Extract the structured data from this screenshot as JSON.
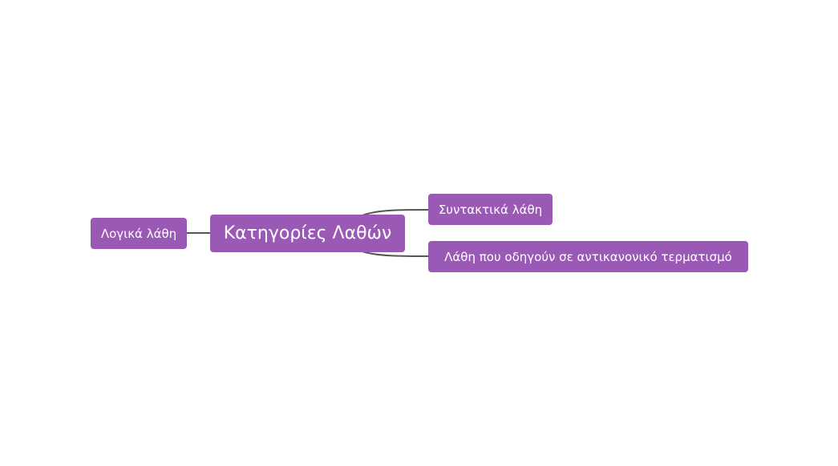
{
  "mindmap": {
    "colors": {
      "node_fill": "#9b59b6",
      "node_text": "#ffffff",
      "connector": "#555555",
      "background": "#ffffff"
    },
    "root": {
      "label": "Κατηγορίες Λαθών"
    },
    "left_children": [
      {
        "label": "Λογικά λάθη"
      }
    ],
    "right_children": [
      {
        "label": "Συντακτικά λάθη"
      },
      {
        "label": "Λάθη που οδηγούν σε αντικανονικό τερματισμό"
      }
    ]
  }
}
